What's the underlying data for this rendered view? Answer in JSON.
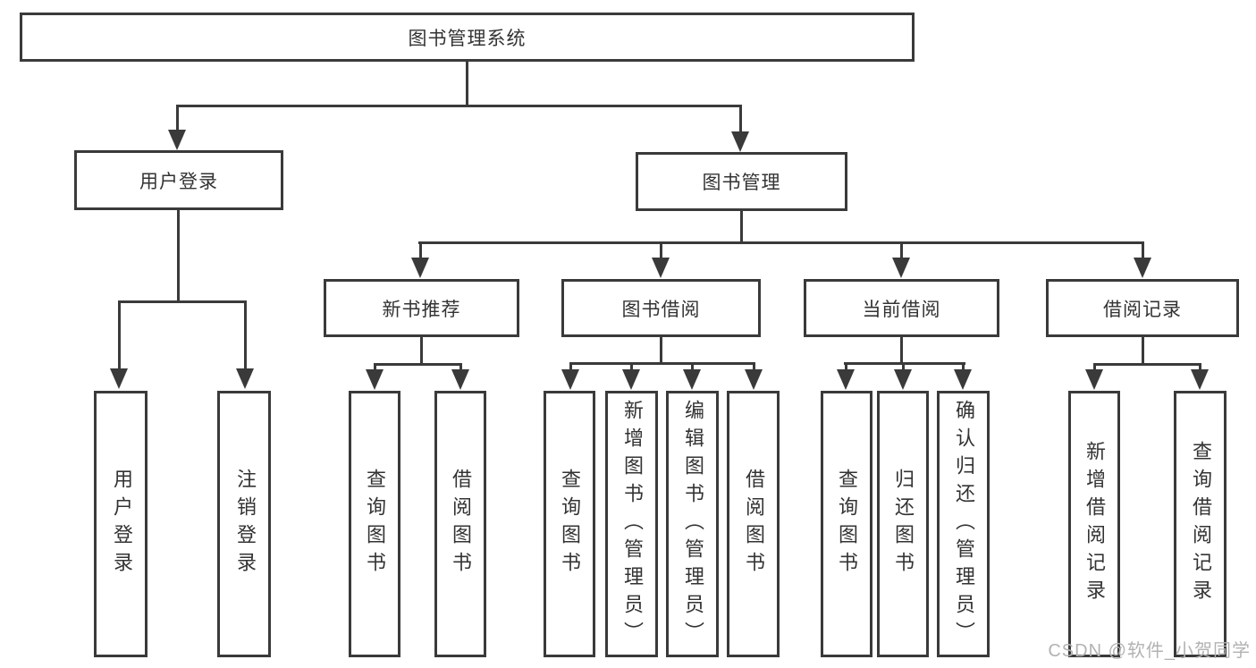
{
  "diagram": {
    "root": "图书管理系统",
    "branches": {
      "user_login": "用户登录",
      "book_mgmt": "图书管理"
    },
    "modules": {
      "new_book_rec": "新书推荐",
      "book_borrow": "图书借阅",
      "current_borrow": "当前借阅",
      "borrow_records": "借阅记录"
    },
    "leaves": {
      "user_login": "用户登录",
      "logout": "注销登录",
      "rec_query_book": "查询图书",
      "rec_borrow_book": "借阅图书",
      "bb_query_book": "查询图书",
      "bb_add_book": "新增图书（管理员）",
      "bb_edit_book": "编辑图书（管理员）",
      "bb_borrow_book": "借阅图书",
      "cb_query_book": "查询图书",
      "cb_return_book": "归还图书",
      "cb_confirm_return": "确认归还（管理员）",
      "br_add_record": "新增借阅记录",
      "br_query_record": "查询借阅记录"
    }
  },
  "watermark": "CSDN @软件_小贺同学",
  "colors": {
    "line": "#3a3a3a",
    "text": "#333333",
    "watermark": "#b2b2b2",
    "bg": "#ffffff"
  }
}
